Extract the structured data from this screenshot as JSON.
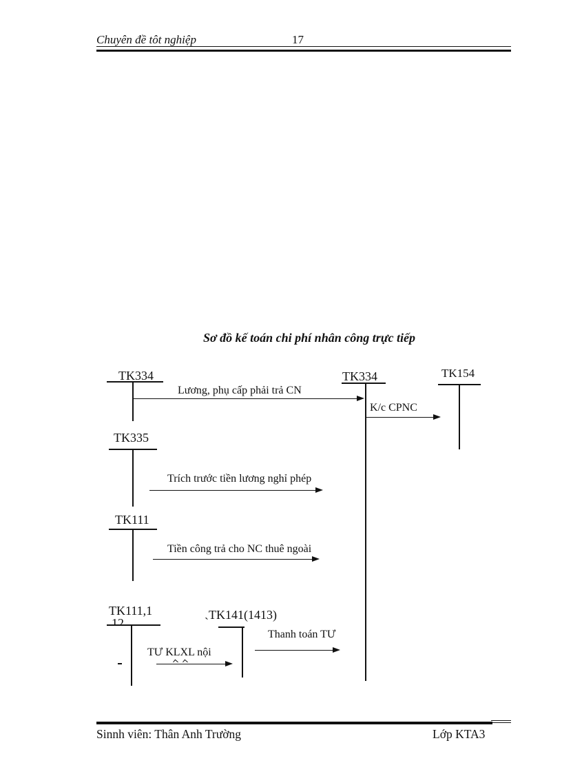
{
  "header": {
    "doc_title": "Chuyên đề tôt nghiệp",
    "page_number": "17"
  },
  "diagram": {
    "title": "Sơ đồ kế toán chi phí nhân công trực tiếp",
    "accounts": {
      "tk334_left": "TK334",
      "tk334_mid": "TK334",
      "tk154": "TK154",
      "tk335": "TK335",
      "tk111": "TK111",
      "tk111_1_line1": "TK111,1",
      "tk111_1_line2": "12",
      "tk141": "TK141(1413)"
    },
    "flows": {
      "luong_phu_cap": "Lương, phụ cấp phải trả CN",
      "kc_cpnc": "K/c CPNC",
      "trich_truoc": "Trích trước tiền lương nghỉ phép",
      "tien_cong": "Tiền công trả cho NC thuê ngoài",
      "thanh_toan": "Thanh toán TƯ",
      "tu_klxl": "TƯ KLXL nội"
    },
    "marks": {
      "stray_tick": "`"
    },
    "ink_color": "#111111"
  },
  "footer": {
    "student": "Sinnh viên: Thân Anh Trường",
    "class_label": "Lớp KTA3"
  }
}
